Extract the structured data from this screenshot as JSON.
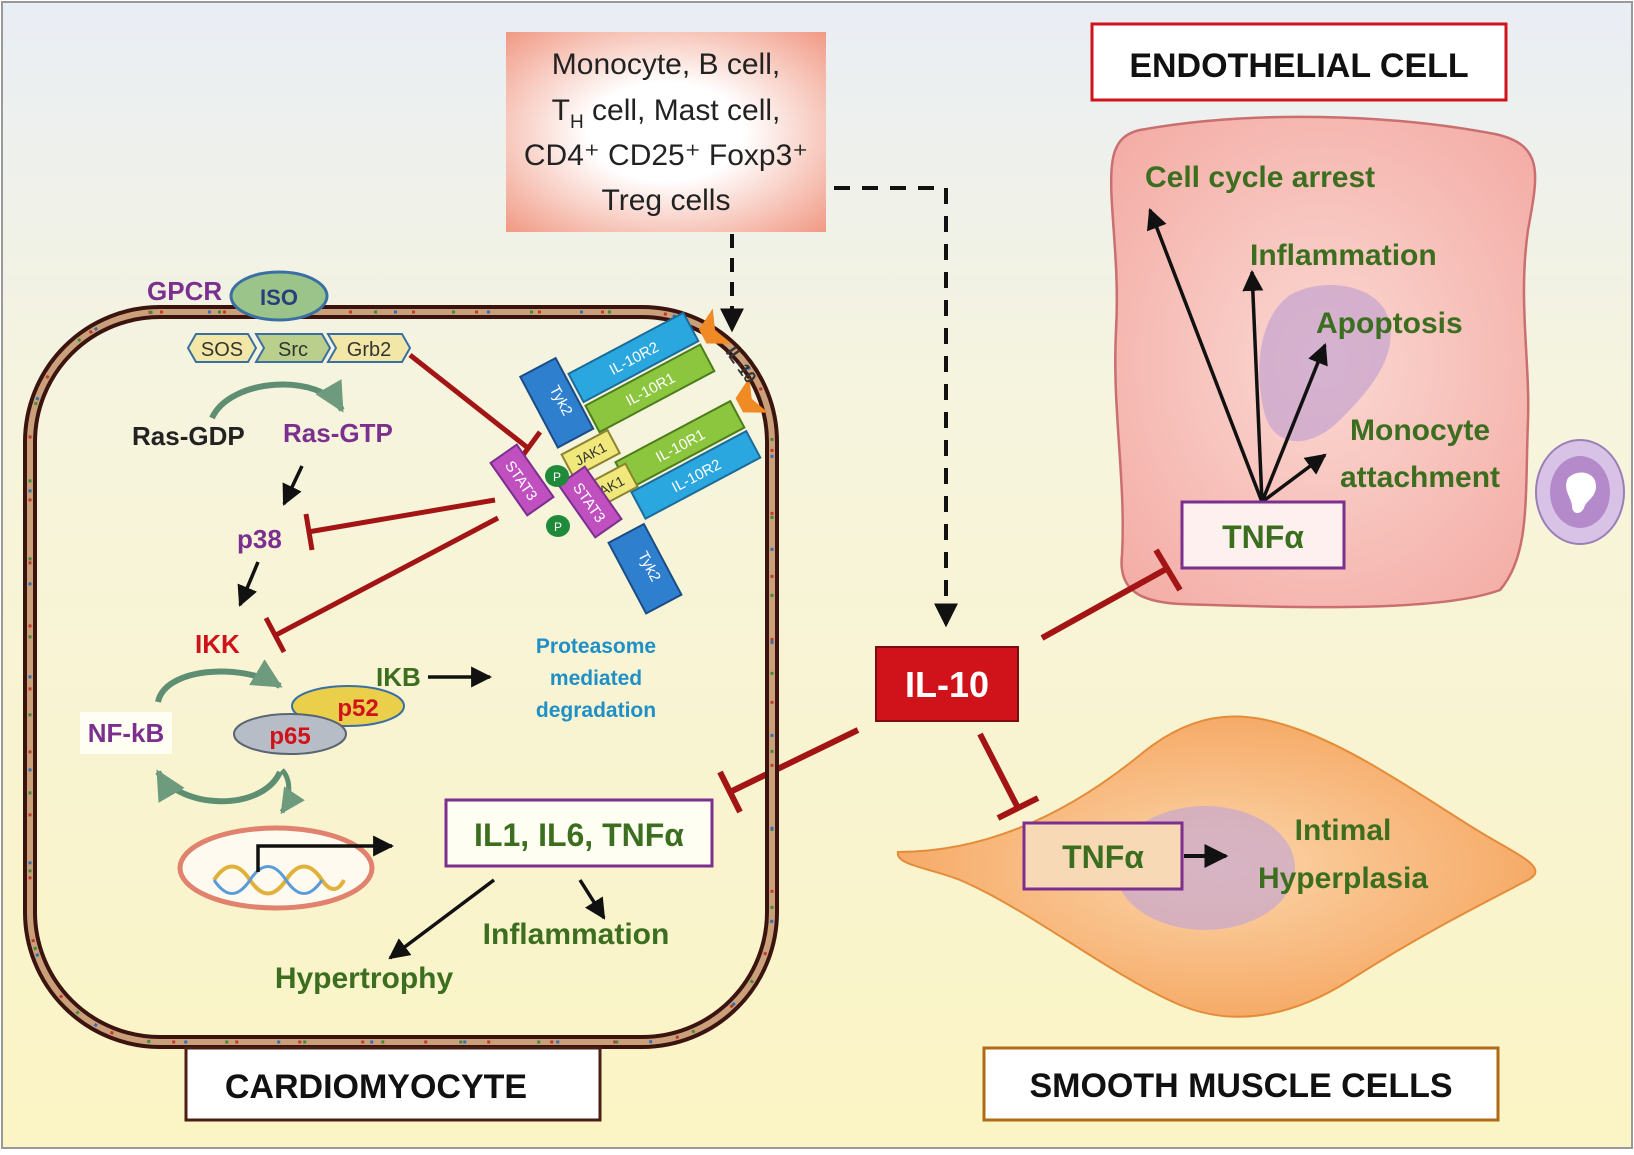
{
  "source_box": {
    "line1": "Monocyte, B cell,",
    "line2_main": "T",
    "line2_sub": "H",
    "line2_rest": " cell, Mast cell,",
    "line3": "CD4⁺ CD25⁺ Foxp3⁺",
    "line4": "Treg cells"
  },
  "il10_center": "IL-10",
  "endothelial": {
    "title": "ENDOTHELIAL CELL",
    "tnf": "TNFα",
    "cell_cycle": "Cell cycle arrest",
    "inflammation": "Inflammation",
    "apoptosis": "Apoptosis",
    "monocyte1": "Monocyte",
    "monocyte2": "attachment"
  },
  "smooth": {
    "title": "SMOOTH MUSCLE CELLS",
    "tnf": "TNFα",
    "intimal": "Intimal",
    "hyperplasia": "Hyperplasia"
  },
  "cardio": {
    "title": "CARDIOMYOCYTE",
    "gpcr": "GPCR",
    "iso": "ISO",
    "sos": "SOS",
    "src": "Src",
    "grb2": "Grb2",
    "ras_gdp": "Ras-GDP",
    "ras_gtp": "Ras-GTP",
    "p38": "p38",
    "ikk": "IKK",
    "ikb": "IKB",
    "proteasome1": "Proteasome",
    "proteasome2": "mediated",
    "proteasome3": "degradation",
    "nfkb": "NF-kB",
    "p52": "p52",
    "p65": "p65",
    "cytokines": "IL1, IL6, TNFα",
    "inflammation": "Inflammation",
    "hypertrophy": "Hypertrophy",
    "il10_ligand": "IL-10"
  },
  "receptor": {
    "tyk2": "Tyk2",
    "jak1": "JAK1",
    "il10r1": "IL-10R1",
    "il10r2": "IL-10R2",
    "stat3": "STAT3",
    "p": "P"
  },
  "colors": {
    "inhibit": "#a31515",
    "green_text": "#3c6e1f",
    "purple_text": "#7b2f8e",
    "red_box": "#d0121b",
    "blue_text": "#1f8fc6"
  }
}
